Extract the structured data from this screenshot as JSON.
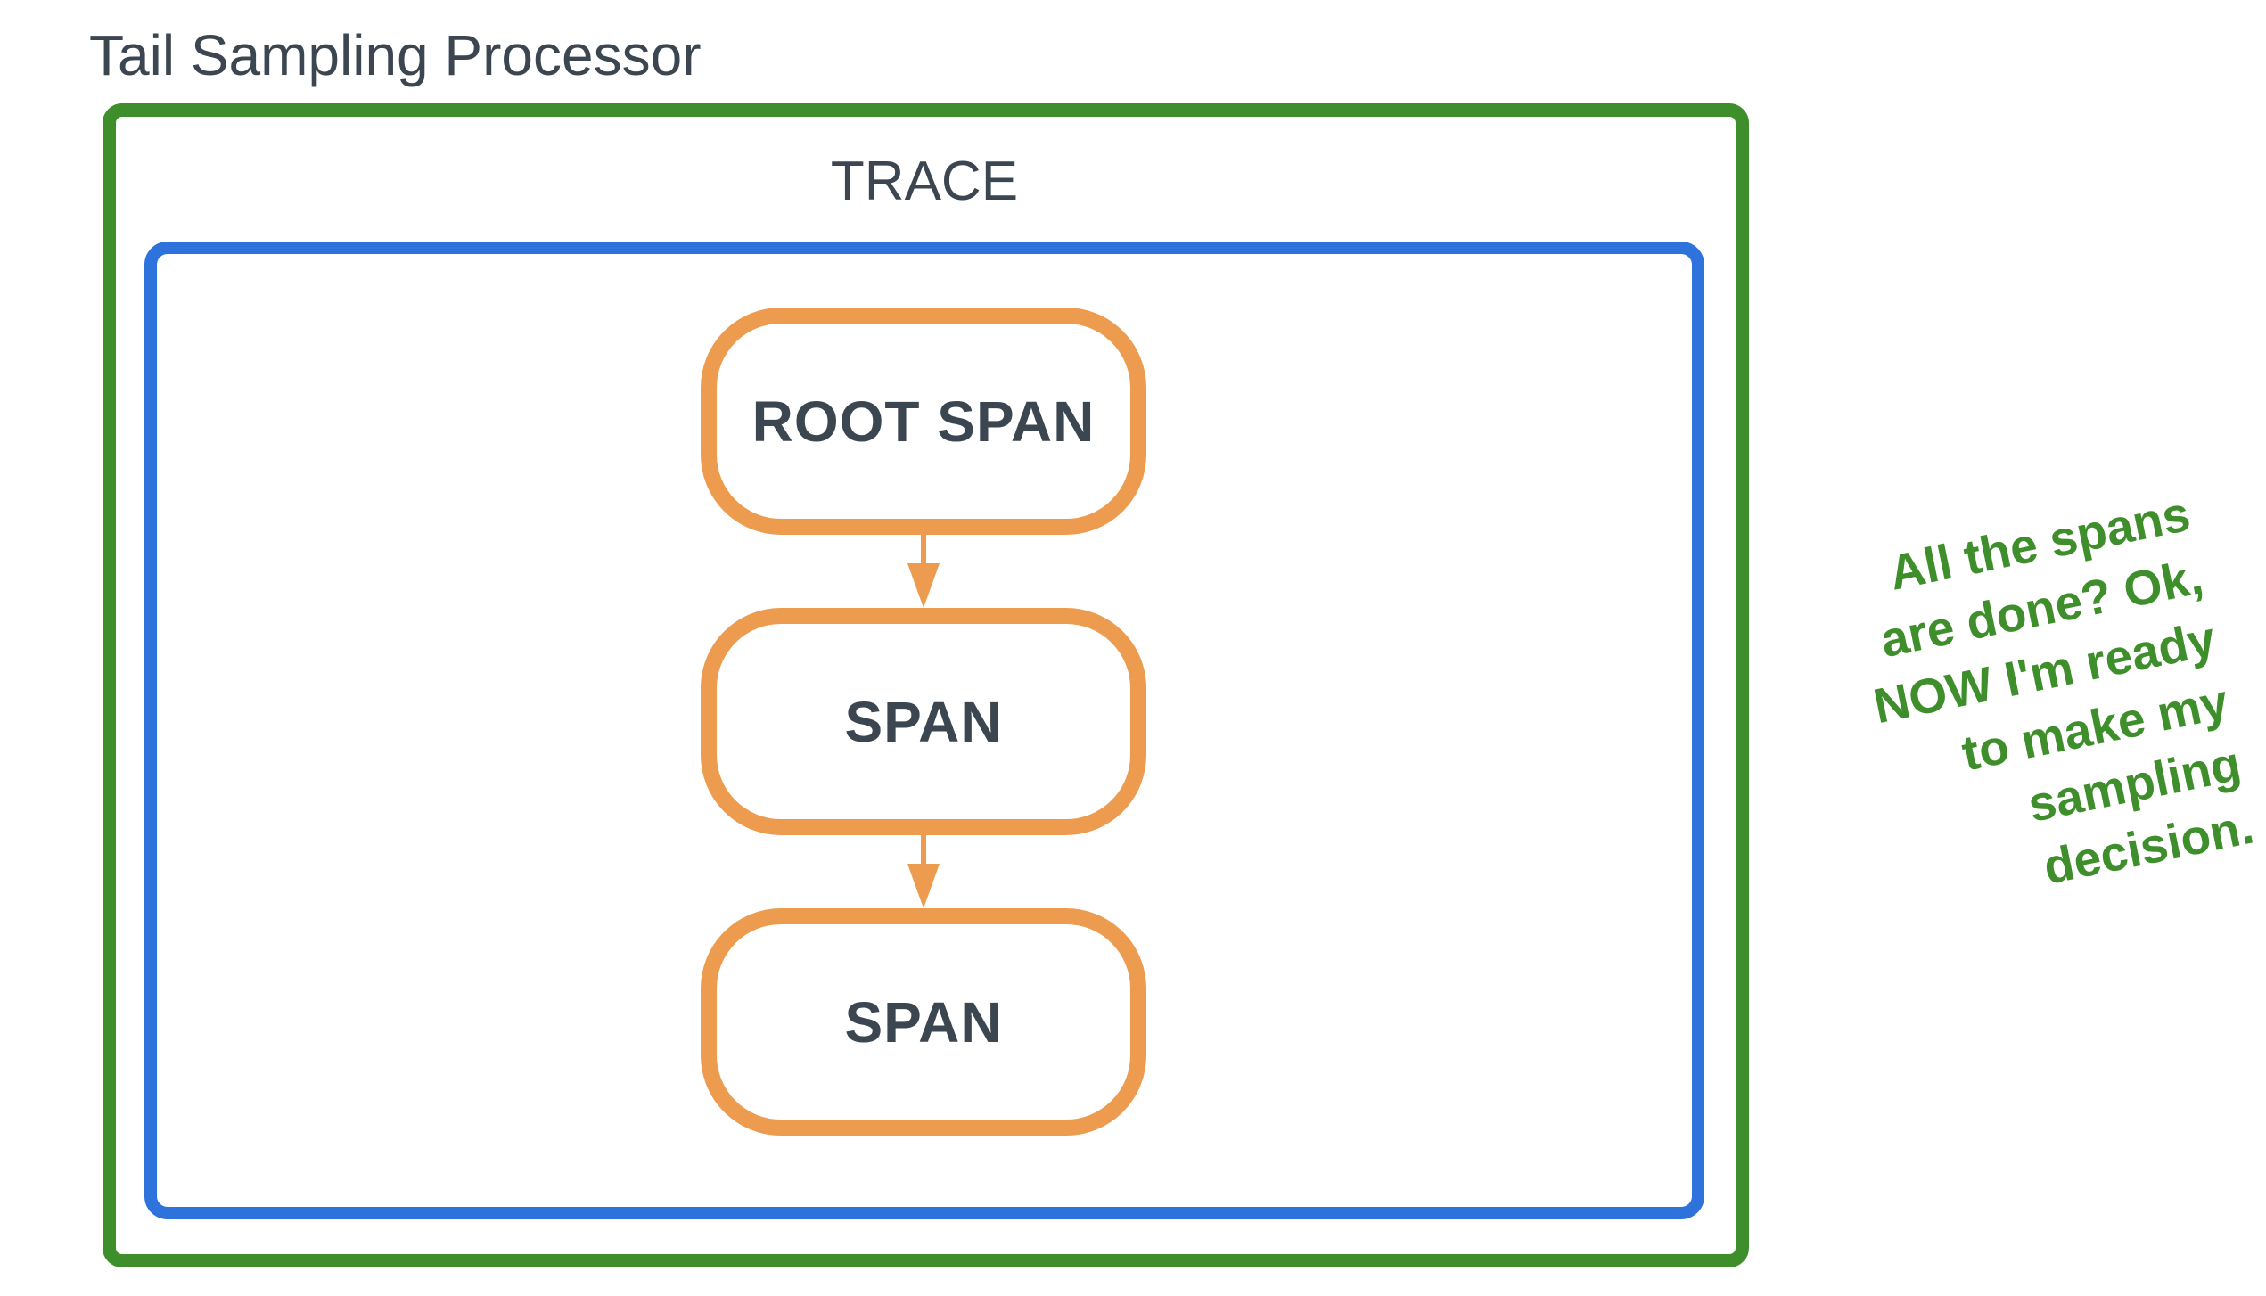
{
  "title": "Tail Sampling Processor",
  "trace": {
    "label": "TRACE"
  },
  "nodes": [
    {
      "id": "root-span",
      "label": "ROOT SPAN"
    },
    {
      "id": "span-1",
      "label": "SPAN"
    },
    {
      "id": "span-2",
      "label": "SPAN"
    }
  ],
  "arrows": [
    {
      "from": "root-span",
      "to": "span-1",
      "direction": "down"
    },
    {
      "from": "span-1",
      "to": "span-2",
      "direction": "down"
    }
  ],
  "annotation": {
    "text": "All the spans\nare done? Ok,\nNOW I'm ready\nto make my\nsampling\ndecision."
  },
  "colors": {
    "processor_border": "#3e8e2b",
    "trace_border": "#2e72db",
    "span_border": "#ec9b4f",
    "arrow": "#ec9b4f",
    "label_text": "#3c4650",
    "annotation_text": "#3e8e2b",
    "background": "#ffffff"
  }
}
